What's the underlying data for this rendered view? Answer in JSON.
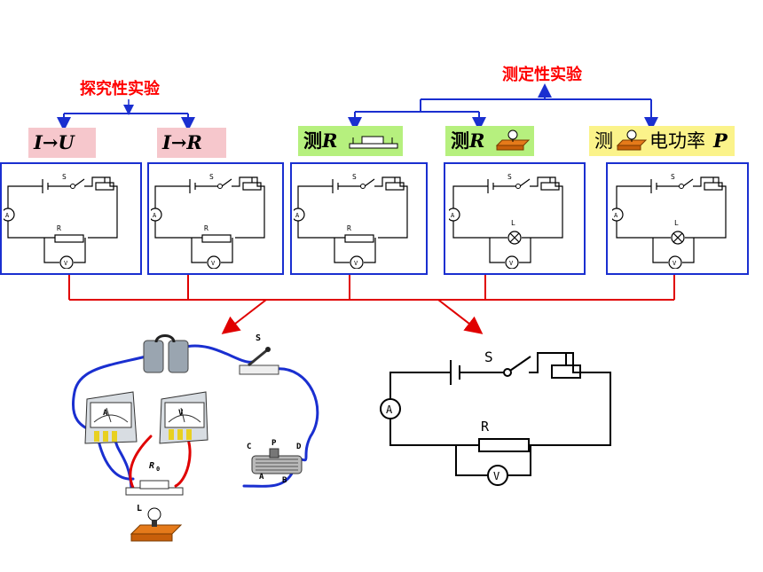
{
  "headings": {
    "explore": "探究性实验",
    "measure": "测定性实验"
  },
  "labels": [
    {
      "id": "i-u",
      "pre": "",
      "main": "I→U",
      "post": "",
      "color": "pink"
    },
    {
      "id": "i-r",
      "pre": "",
      "main": "I→R",
      "post": "",
      "color": "pink"
    },
    {
      "id": "measure-r-resistor",
      "pre": "测",
      "main": "R",
      "post": "",
      "color": "green"
    },
    {
      "id": "measure-r-lamp",
      "pre": "测",
      "main": "R",
      "post": "",
      "color": "green"
    },
    {
      "id": "measure-power",
      "pre": "测",
      "main": "P",
      "post": "电功率",
      "color": "yellow"
    }
  ],
  "circuits": [
    {
      "switch": "S",
      "load": "R",
      "load_type": "resistor"
    },
    {
      "switch": "S",
      "load": "R",
      "load_type": "resistor"
    },
    {
      "switch": "S",
      "load": "R",
      "load_type": "resistor"
    },
    {
      "switch": "S",
      "load": "L",
      "load_type": "lamp"
    },
    {
      "switch": "S",
      "load": "L",
      "load_type": "lamp"
    }
  ],
  "meters": {
    "ammeter": "A",
    "voltmeter": "V"
  },
  "physical": {
    "switch": "S",
    "resistor": "R",
    "resistor_sub": "0",
    "lamp": "L",
    "rheostat_terminals": [
      "C",
      "P",
      "D",
      "A",
      "B"
    ]
  },
  "large_circuit": {
    "switch": "S",
    "resistor": "R",
    "ammeter": "A",
    "voltmeter": "V"
  },
  "colors": {
    "heading": "#ff0000",
    "box_border": "#1a2fd0",
    "connector": "#e00000",
    "wire_blue": "#1a2fd0"
  }
}
